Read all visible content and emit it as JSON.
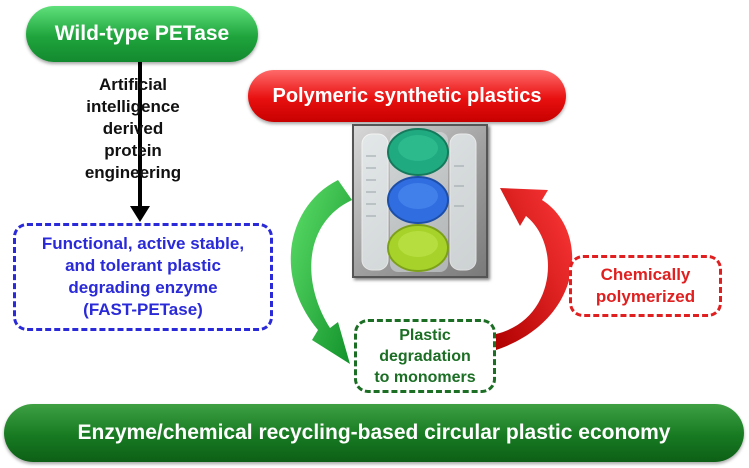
{
  "wild_type": {
    "label": "Wild-type PETase",
    "color": "#1fa43c"
  },
  "ai_engineering": {
    "lines": [
      "Artificial",
      "intelligence",
      "derived",
      "protein",
      "engineering"
    ]
  },
  "fast_petase": {
    "lines": [
      "Functional, active stable,",
      "and tolerant plastic",
      "degrading enzyme",
      "(FAST-PETase)"
    ],
    "color": "#2a2ad8"
  },
  "polymeric": {
    "label": "Polymeric synthetic plastics",
    "color": "#e81010"
  },
  "degradation": {
    "lines": [
      "Plastic",
      "degradation",
      "to monomers"
    ],
    "color": "#1b6e24"
  },
  "chemically": {
    "lines": [
      "Chemically",
      "polymerized"
    ],
    "color": "#e02020"
  },
  "economy": {
    "label": "Enzyme/chemical recycling-based circular plastic economy",
    "color": "#177a22"
  },
  "photo": {
    "cap_colors": [
      "#1faa80",
      "#2f6de0",
      "#a6d22a"
    ]
  }
}
